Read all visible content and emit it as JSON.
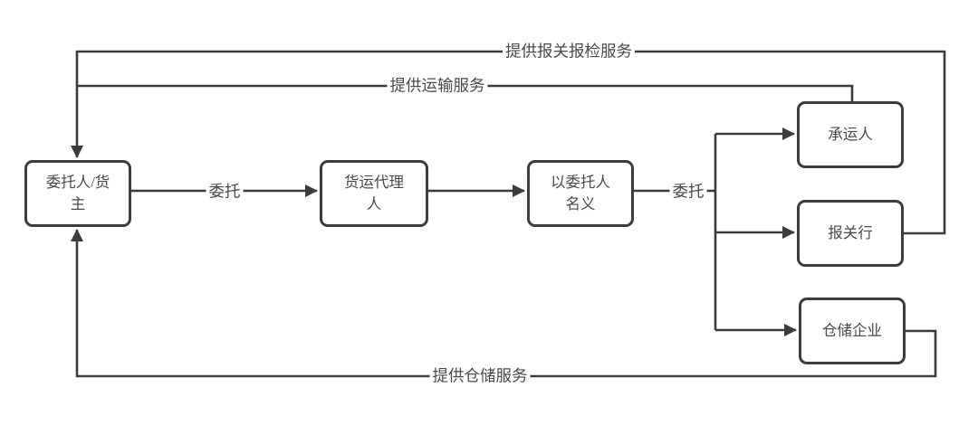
{
  "diagram": {
    "title": "freight-forwarding-relationship-flowchart",
    "nodes": {
      "consignor": {
        "label": "委托人/货\n主"
      },
      "forwarder": {
        "label": "货运代理\n人"
      },
      "principal_name": {
        "label": "以委托人\n名义"
      },
      "carrier": {
        "label": "承运人"
      },
      "customs_broker": {
        "label": "报关行"
      },
      "warehouse": {
        "label": "仓储企业"
      }
    },
    "edge_labels": {
      "entrust_left": "委托",
      "entrust_right": "委托",
      "customs_service": "提供报关报检服务",
      "transport_service": "提供运输服务",
      "warehouse_service": "提供仓储服务"
    },
    "colors": {
      "line": "#3c3c3c",
      "text": "#4a4a4a",
      "background": "#ffffff"
    }
  }
}
